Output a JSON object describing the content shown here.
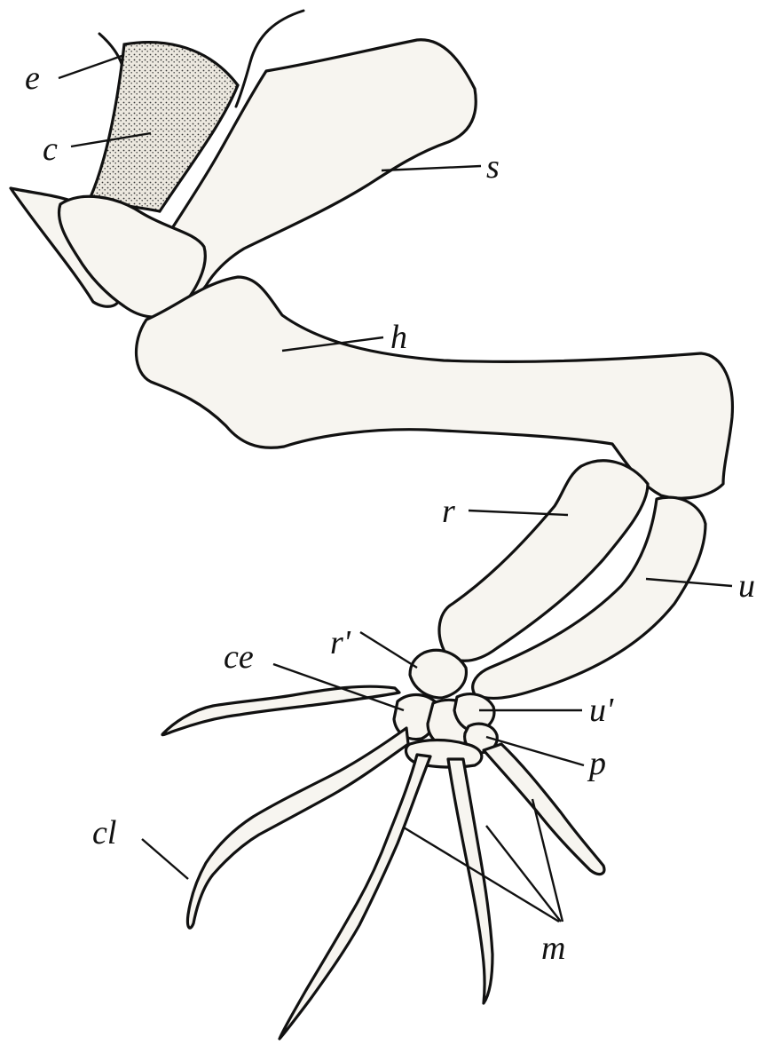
{
  "colors": {
    "ink": "#111111",
    "bone_fill": "#f7f5f0",
    "bone_shade": "#e7e3da",
    "paper": "#ffffff"
  },
  "labels": {
    "e": "e",
    "c": "c",
    "s": "s",
    "h": "h",
    "r": "r",
    "u": "u",
    "r_prime": "r'",
    "ce": "ce",
    "u_prime": "u'",
    "p": "p",
    "cl": "cl",
    "m": "m"
  }
}
